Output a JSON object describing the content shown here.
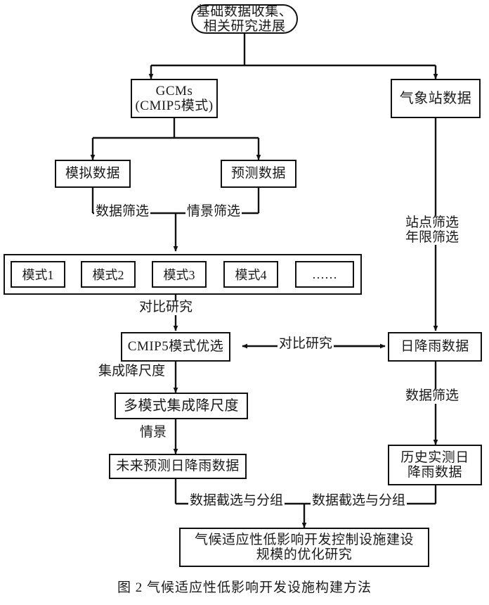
{
  "figure": {
    "caption": "图 2    气候适应性低影响开发设施构建方法",
    "colors": {
      "line": "#111111",
      "background": "#ffffff",
      "text": "#1a1a1a"
    }
  },
  "nodes": {
    "root": "基础数据收集、相关研究进展",
    "gcms_line1": "GCMs",
    "gcms_line2": "(CMIP5模式)",
    "station_data": "气象站数据",
    "sim_data": "模拟数据",
    "pred_data": "预测数据",
    "cmip5_select": "CMIP5模式优选",
    "daily_rain": "日降雨数据",
    "downscale": "多模式集成降尺度",
    "future_rain": "未来预测日降雨数据",
    "historical_rain_line1": "历史实测日",
    "historical_rain_line2": "降雨数据",
    "final_line1": "气候适应性低影响开发控制设施建设",
    "final_line2": "规模的优化研究"
  },
  "model_group": {
    "items": [
      "模式1",
      "模式2",
      "模式3",
      "模式4",
      "……"
    ]
  },
  "edge_labels": {
    "data_filter": "数据筛选",
    "scenario_filter": "情景筛选",
    "comparative_study_vertical": "对比研究",
    "comparative_study_horizontal": "对比研究",
    "station_filter_line1": "站点筛选",
    "station_filter_line2": "年限筛选",
    "integrated_downscaling": "集成降尺度",
    "scenario": "情景",
    "data_filter_right": "数据筛选",
    "data_subset_left": "数据截选与分组",
    "data_subset_right": "数据截选与分组"
  }
}
